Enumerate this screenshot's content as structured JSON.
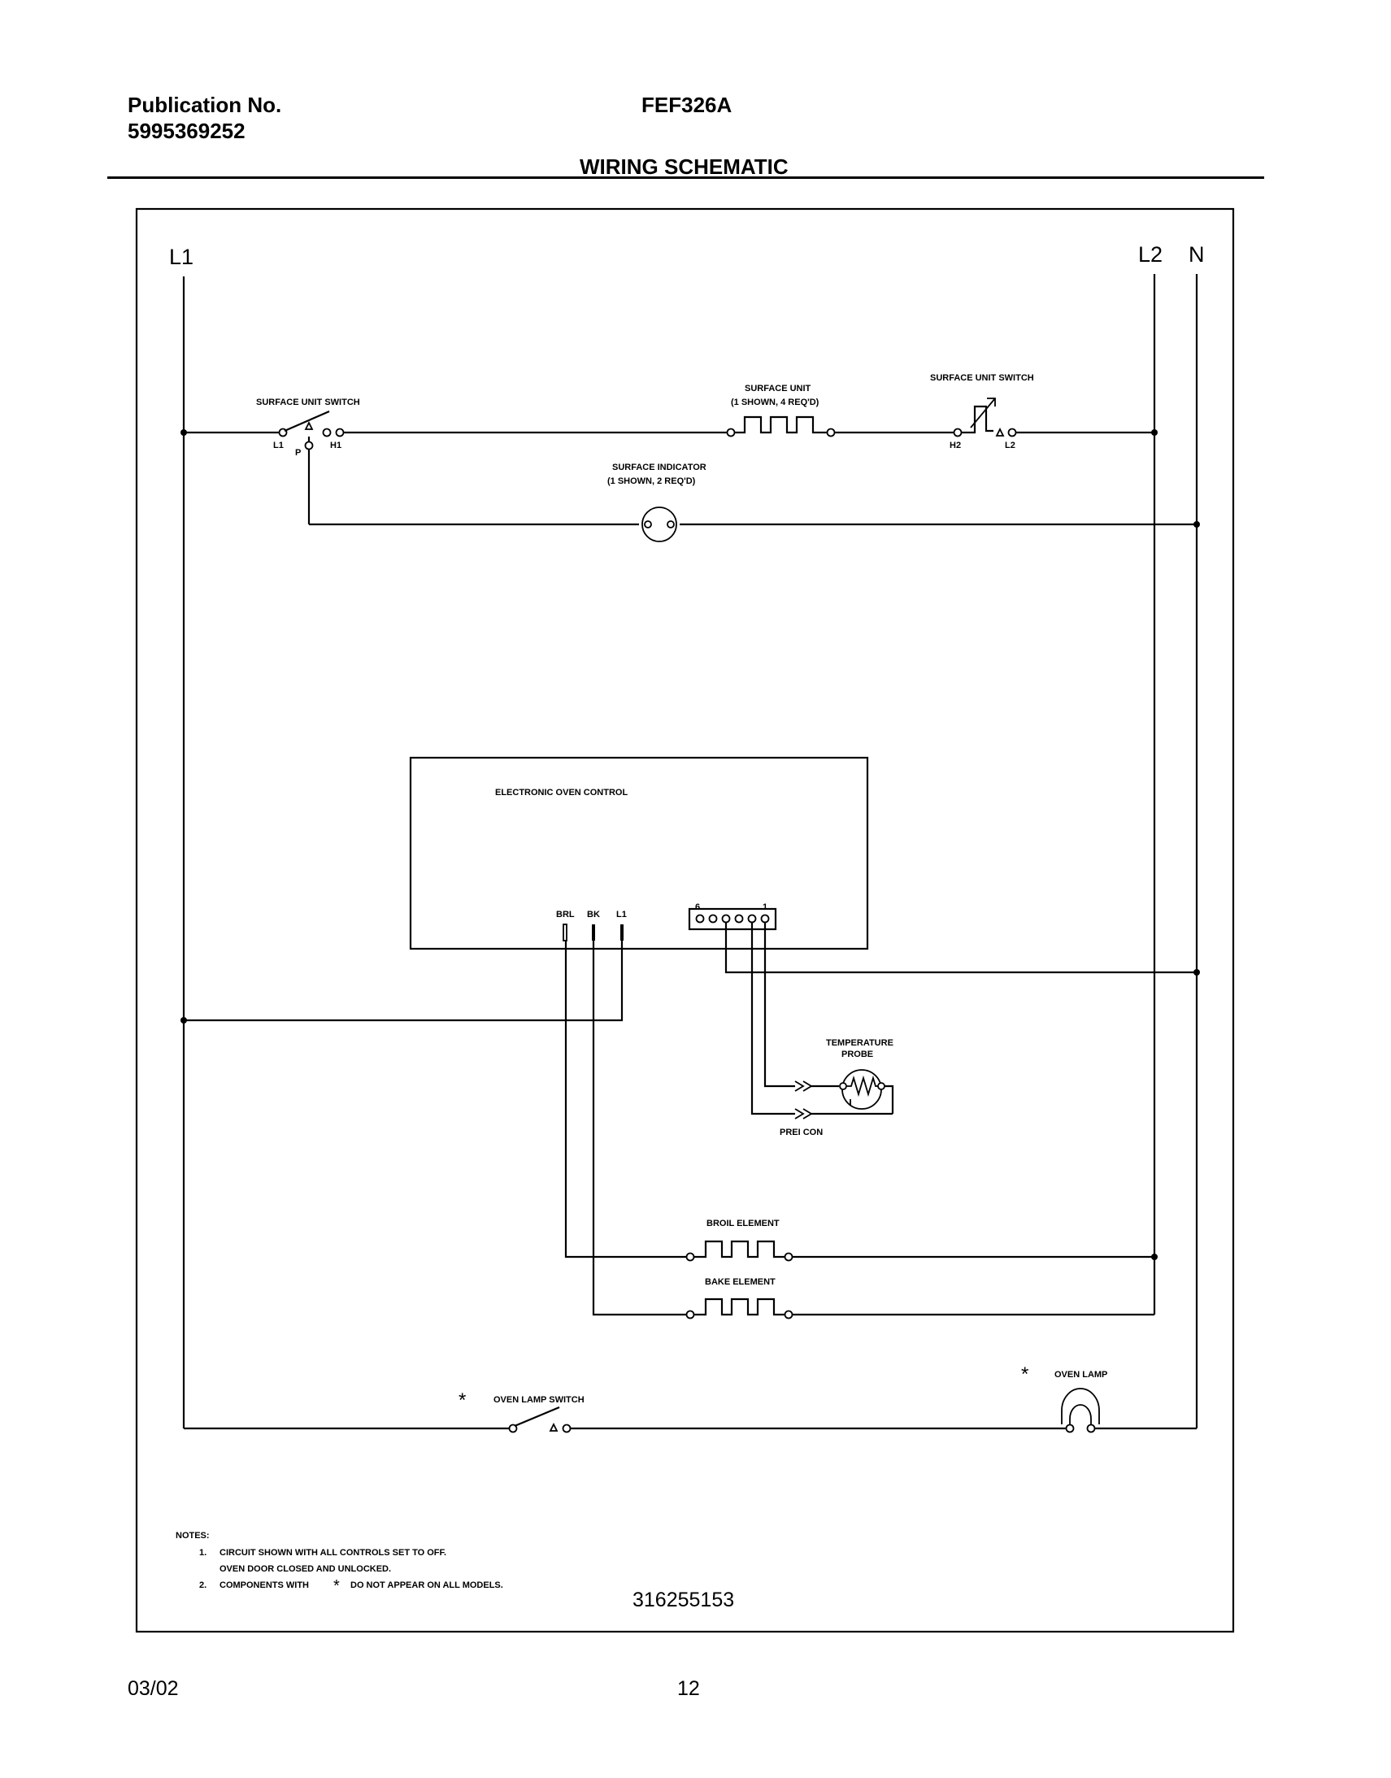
{
  "header": {
    "publication_label": "Publication No.",
    "publication_number": "5995369252",
    "model": "FEF326A",
    "section_title": "WIRING SCHEMATIC"
  },
  "footer": {
    "date": "03/02",
    "page": "12"
  },
  "diagram": {
    "rails": {
      "l1": "L1",
      "l2": "L2",
      "n": "N"
    },
    "surface_switch_left": {
      "title": "SURFACE UNIT SWITCH",
      "t_l1": "L1",
      "t_p": "P",
      "t_h1": "H1"
    },
    "surface_unit": {
      "title": "SURFACE UNIT",
      "note": "(1 SHOWN, 4 REQ'D)"
    },
    "surface_switch_right": {
      "title": "SURFACE UNIT SWITCH",
      "t_h2": "H2",
      "t_l2": "L2"
    },
    "surface_indicator": {
      "title": "SURFACE INDICATOR",
      "note": "(1 SHOWN, 2 REQ'D)"
    },
    "oven_control": {
      "title": "ELECTRONIC OVEN CONTROL",
      "t_brl": "BRL",
      "t_bk": "BK",
      "t_l1": "L1",
      "pin_6": "6",
      "pin_1": "1"
    },
    "temperature_probe": {
      "title_line1": "TEMPERATURE",
      "title_line2": "PROBE",
      "connector": "PREI CON"
    },
    "broil_element": {
      "title": "BROIL ELEMENT"
    },
    "bake_element": {
      "title": "BAKE ELEMENT"
    },
    "oven_lamp_switch": {
      "star": "*",
      "title": "OVEN LAMP SWITCH"
    },
    "oven_lamp": {
      "star": "*",
      "title": "OVEN LAMP"
    },
    "notes": {
      "heading": "NOTES:",
      "n1_num": "1.",
      "n1_line1": "CIRCUIT SHOWN WITH ALL CONTROLS SET TO OFF.",
      "n1_line2": "OVEN DOOR CLOSED AND UNLOCKED.",
      "n2_num": "2.",
      "n2_pre": "COMPONENTS WITH",
      "n2_star": "*",
      "n2_post": "DO NOT APPEAR ON ALL MODELS."
    },
    "drawing_number": "316255153"
  }
}
